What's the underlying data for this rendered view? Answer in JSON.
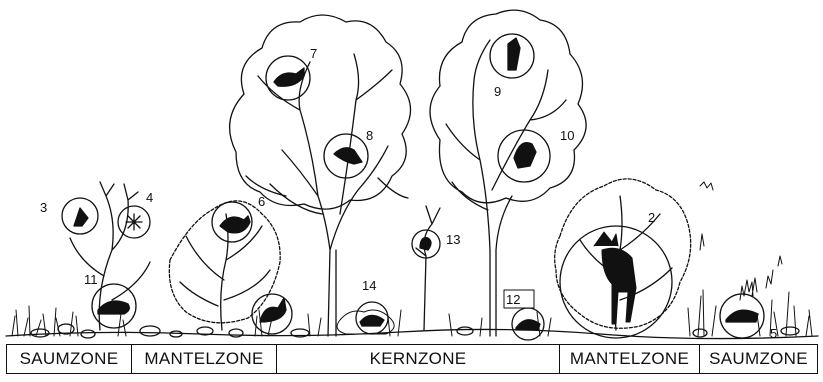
{
  "diagram": {
    "zones": [
      {
        "label": "SAUMZONE",
        "width": 125
      },
      {
        "label": "MANTELZONE",
        "width": 145
      },
      {
        "label": "KERNZONE",
        "width": 283
      },
      {
        "label": "MANTELZONE",
        "width": 140
      },
      {
        "label": "SAUMZONE",
        "width": 119
      }
    ],
    "markers": [
      "2",
      "3",
      "4",
      "5",
      "6",
      "7",
      "8",
      "9",
      "10",
      "11",
      "12",
      "13",
      "14"
    ],
    "stroke_color": "#111111",
    "background_color": "#ffffff"
  }
}
